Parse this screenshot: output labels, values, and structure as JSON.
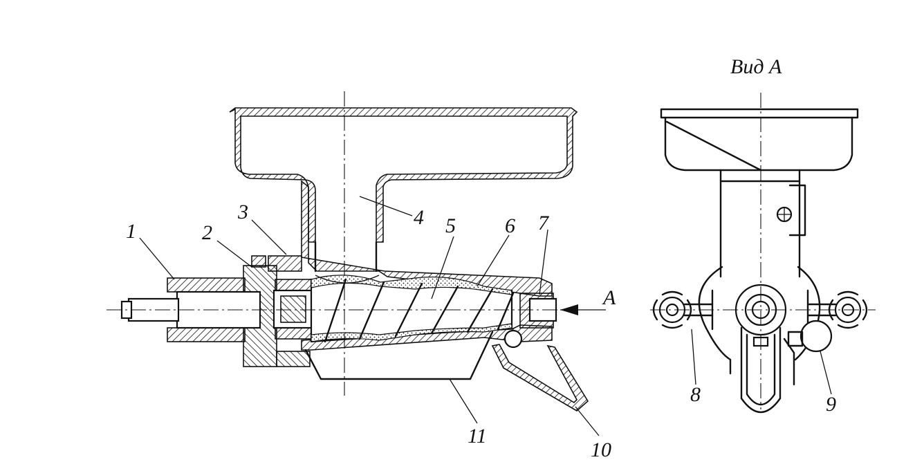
{
  "view": {
    "title": "Вид А",
    "arrow_label": "А"
  },
  "labels": [
    "1",
    "2",
    "3",
    "4",
    "5",
    "6",
    "7",
    "8",
    "9",
    "10",
    "11"
  ]
}
